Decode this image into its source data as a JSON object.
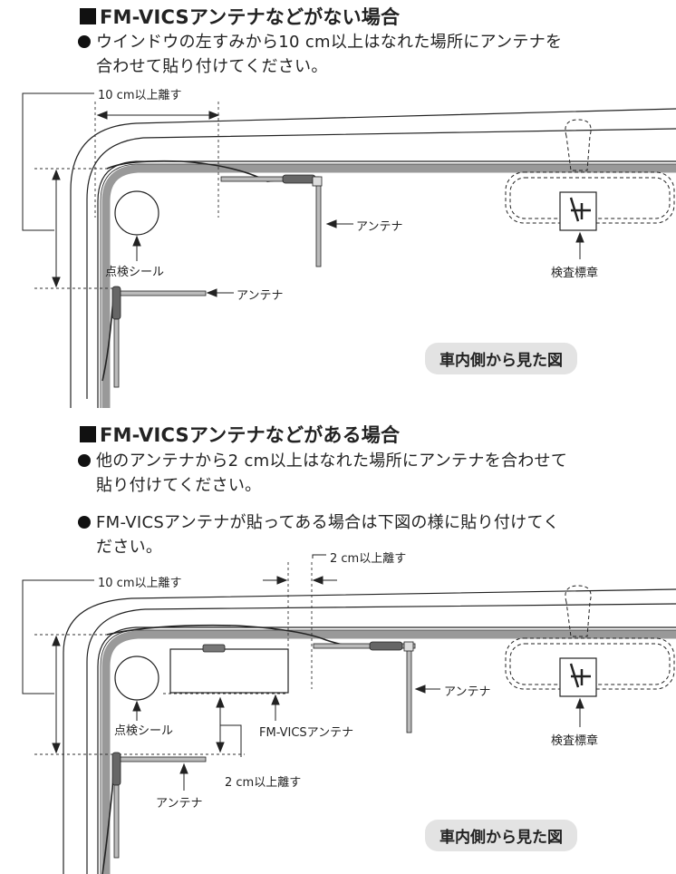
{
  "section1": {
    "heading": "FM-VICSアンテナなどがない場合",
    "bullet1_line1": "ウインドウの左すみから10 cm以上はなれた場所にアンテナを",
    "bullet1_line2": "合わせて貼り付けてください。",
    "diagram": {
      "dist_label": "10 cm以上離す",
      "sticker_label": "点検シール",
      "antenna_label_1": "アンテナ",
      "antenna_label_2": "アンテナ",
      "badge_label": "検査標章",
      "view_label": "車内側から見た図"
    }
  },
  "section2": {
    "heading": "FM-VICSアンテナなどがある場合",
    "bullet1_line1": "他のアンテナから2 cm以上はなれた場所にアンテナを合わせて",
    "bullet1_line2": "貼り付けてください。",
    "bullet2_line1": "FM-VICSアンテナが貼ってある場合は下図の様に貼り付けてく",
    "bullet2_line2": "ださい。",
    "diagram": {
      "gap_label_top": "2 cm以上離す",
      "dist_label": "10 cm以上離す",
      "sticker_label": "点検シール",
      "fmvics_label": "FM-VICSアンテナ",
      "gap_label_bottom": "2 cm以上離す",
      "antenna_label_bottom": "アンテナ",
      "antenna_label_right": "アンテナ",
      "badge_label": "検査標章",
      "view_label": "車内側から見た図"
    }
  }
}
